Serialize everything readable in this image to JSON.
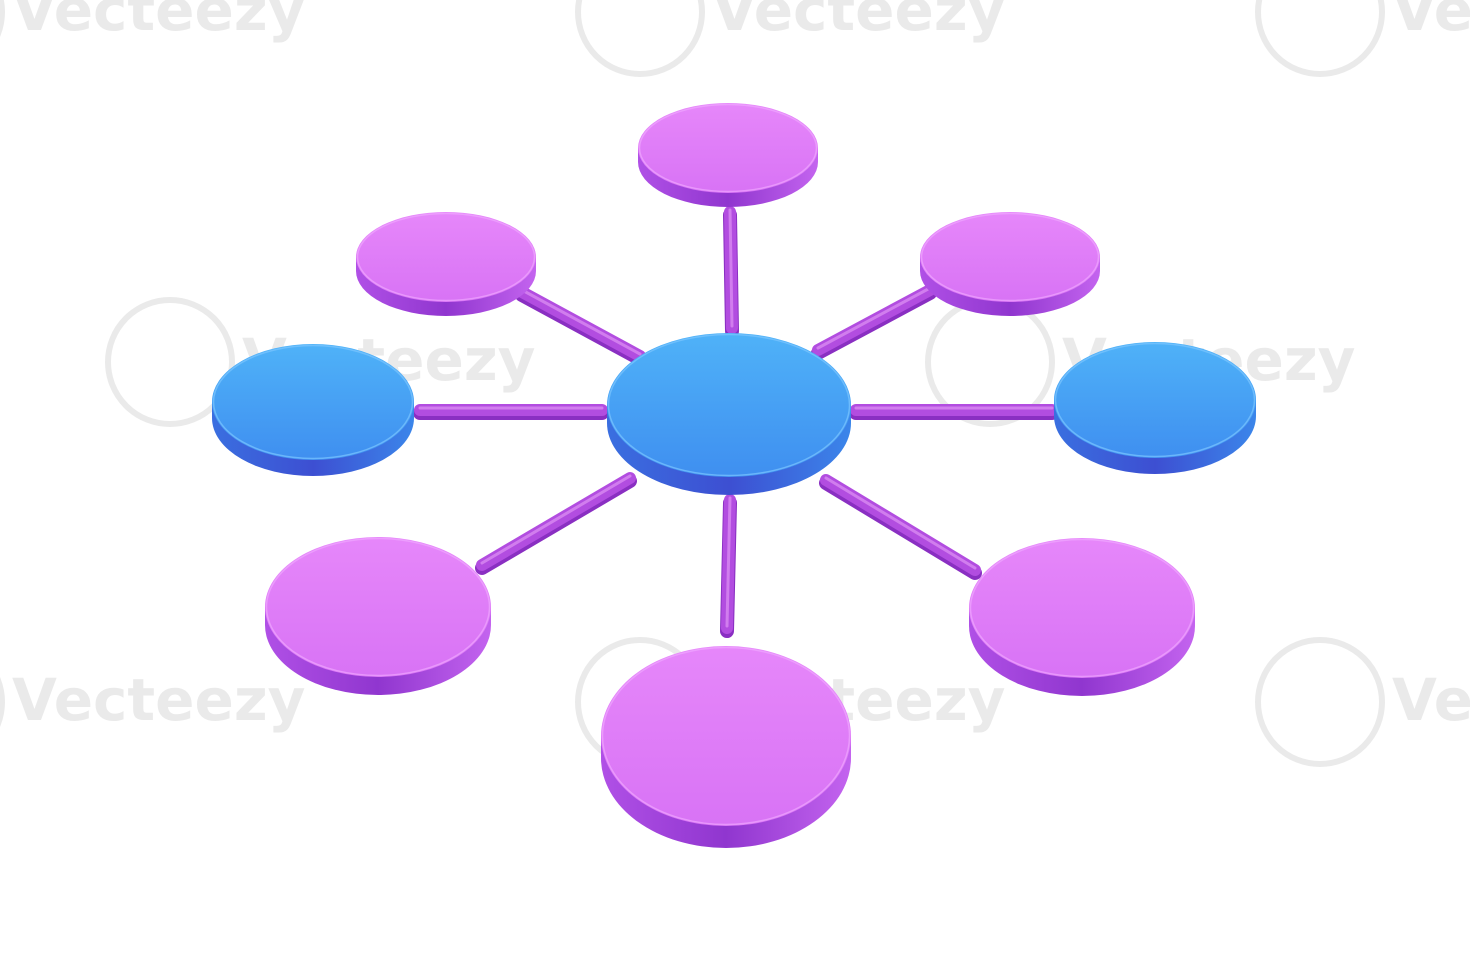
{
  "diagram": {
    "type": "hub-and-spoke",
    "hub": {
      "id": "center",
      "color": "blue"
    },
    "nodes": [
      {
        "id": "top",
        "color": "purple"
      },
      {
        "id": "upper-right",
        "color": "purple"
      },
      {
        "id": "right",
        "color": "blue"
      },
      {
        "id": "lower-right",
        "color": "purple"
      },
      {
        "id": "bottom",
        "color": "purple"
      },
      {
        "id": "lower-left",
        "color": "purple"
      },
      {
        "id": "left",
        "color": "blue"
      },
      {
        "id": "upper-left",
        "color": "purple"
      }
    ],
    "edges": [
      {
        "from": "center",
        "to": "top"
      },
      {
        "from": "center",
        "to": "upper-right"
      },
      {
        "from": "center",
        "to": "right"
      },
      {
        "from": "center",
        "to": "lower-right"
      },
      {
        "from": "center",
        "to": "bottom"
      },
      {
        "from": "center",
        "to": "lower-left"
      },
      {
        "from": "center",
        "to": "left"
      },
      {
        "from": "center",
        "to": "upper-left"
      }
    ],
    "colors": {
      "blue_top": "#4aa3f5",
      "blue_side": "#3f5fd8",
      "purple_top": "#e07cf8",
      "purple_side": "#9c3fd6",
      "connector": "#b24de0"
    }
  },
  "watermark": {
    "text": "Vecteezy",
    "color": "#e8e8e8"
  }
}
